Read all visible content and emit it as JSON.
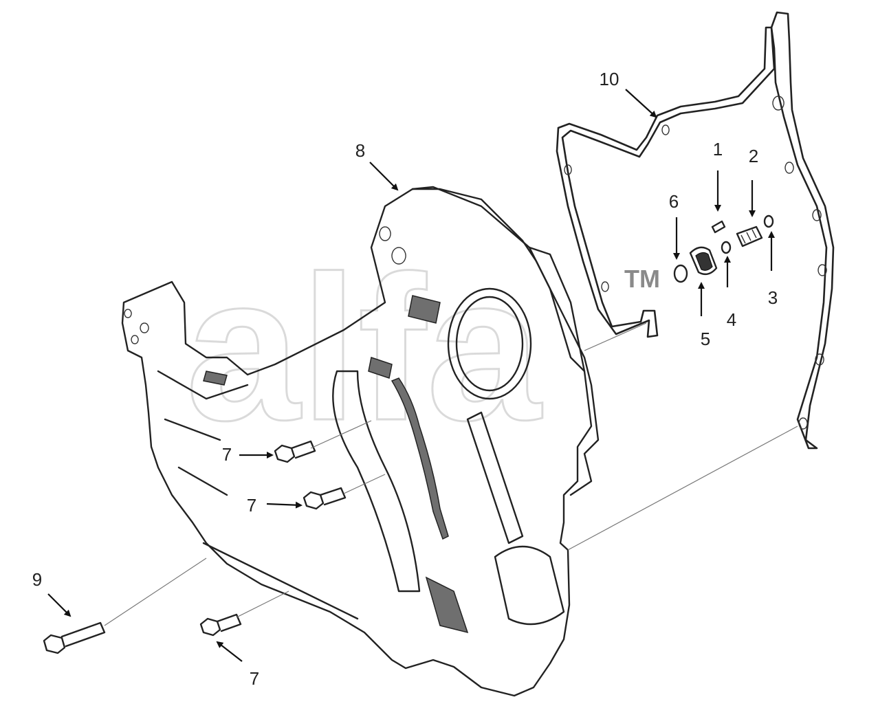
{
  "diagram": {
    "watermark": "alfa",
    "watermark_mark": "TM",
    "callouts": [
      {
        "id": "c1",
        "label": "1"
      },
      {
        "id": "c2",
        "label": "2"
      },
      {
        "id": "c3",
        "label": "3"
      },
      {
        "id": "c4",
        "label": "4"
      },
      {
        "id": "c5",
        "label": "5"
      },
      {
        "id": "c6",
        "label": "6"
      },
      {
        "id": "c7a",
        "label": "7"
      },
      {
        "id": "c7b",
        "label": "7"
      },
      {
        "id": "c7c",
        "label": "7"
      },
      {
        "id": "c8",
        "label": "8"
      },
      {
        "id": "c9",
        "label": "9"
      },
      {
        "id": "c10",
        "label": "10"
      }
    ]
  }
}
